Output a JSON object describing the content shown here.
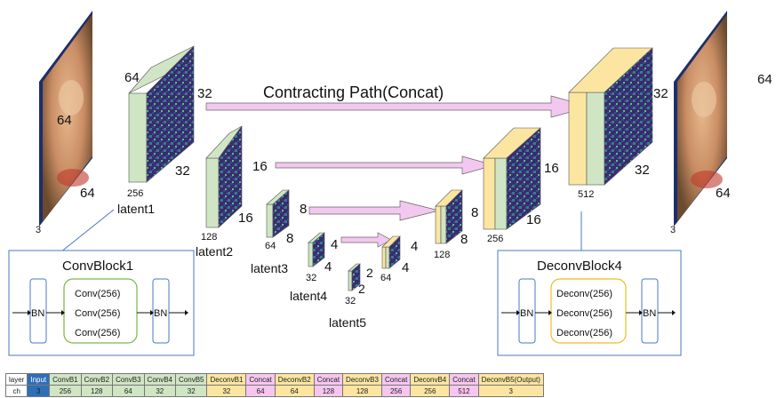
{
  "arrow_label": "Contracting Path(Concat)",
  "input_image": {
    "width": "64",
    "height": "64",
    "ch": "3"
  },
  "output_image": {
    "width": "64",
    "height": "64",
    "ch": "3"
  },
  "left_blocks": [
    {
      "name": "latent1",
      "ch": "256",
      "h": "64",
      "w": "32",
      "d": "32"
    },
    {
      "name": "latent2",
      "ch": "128",
      "h": "",
      "w": "16",
      "d": "16"
    },
    {
      "name": "latent3",
      "ch": "64",
      "h": "",
      "w": "8",
      "d": "8"
    },
    {
      "name": "latent4",
      "ch": "32",
      "h": "",
      "w": "4",
      "d": "4"
    },
    {
      "name": "latent5",
      "ch": "32",
      "h": "",
      "w": "2",
      "d": "2"
    }
  ],
  "right_blocks": [
    {
      "ch": "64",
      "w": "4",
      "d": "4"
    },
    {
      "ch": "128",
      "w": "8",
      "d": "8"
    },
    {
      "ch": "256",
      "w": "16",
      "d": "16"
    },
    {
      "ch": "512",
      "w": "32",
      "d": "32"
    }
  ],
  "convblock": {
    "title": "ConvBlock1",
    "bn_left": "BN",
    "bn_right": "BN",
    "layers": [
      "Conv(256)",
      "Conv(256)",
      "Conv(256)"
    ]
  },
  "deconvblock": {
    "title": "DeconvBlock4",
    "bn_left": "BN",
    "bn_right": "BN",
    "layers": [
      "Deconv(256)",
      "Deconv(256)",
      "Deconv(256)"
    ]
  },
  "table": {
    "row_labels": [
      "layer",
      "ch"
    ],
    "columns": [
      {
        "layer": "Input",
        "ch": "3",
        "kind": "input"
      },
      {
        "layer": "ConvB1",
        "ch": "256",
        "kind": "conv"
      },
      {
        "layer": "ConvB2",
        "ch": "128",
        "kind": "conv"
      },
      {
        "layer": "ConvB3",
        "ch": "64",
        "kind": "conv"
      },
      {
        "layer": "ConvB4",
        "ch": "32",
        "kind": "conv"
      },
      {
        "layer": "ConvB5",
        "ch": "32",
        "kind": "conv"
      },
      {
        "layer": "DeconvB1",
        "ch": "32",
        "kind": "deconv"
      },
      {
        "layer": "Concat",
        "ch": "64",
        "kind": "concat"
      },
      {
        "layer": "DeconvB2",
        "ch": "64",
        "kind": "deconv"
      },
      {
        "layer": "Concat",
        "ch": "128",
        "kind": "concat"
      },
      {
        "layer": "DeconvB3",
        "ch": "128",
        "kind": "deconv"
      },
      {
        "layer": "Concat",
        "ch": "256",
        "kind": "concat"
      },
      {
        "layer": "DeconvB4",
        "ch": "256",
        "kind": "deconv"
      },
      {
        "layer": "Concat",
        "ch": "512",
        "kind": "concat"
      },
      {
        "layer": "DeconvB5(Output)",
        "ch": "3",
        "kind": "deconv"
      }
    ]
  },
  "colors": {
    "green": "#cfe5c4",
    "yellow": "#fbe5a0",
    "pink": "#f6c6ef",
    "blue_header": "#2f6fb8",
    "box_border": "#4a78c0",
    "conv_border": "#7ab648",
    "deconv_border": "#e8c020",
    "arrow_fill": "#f3c8f0",
    "feature_dark": "#3b2a6e"
  }
}
